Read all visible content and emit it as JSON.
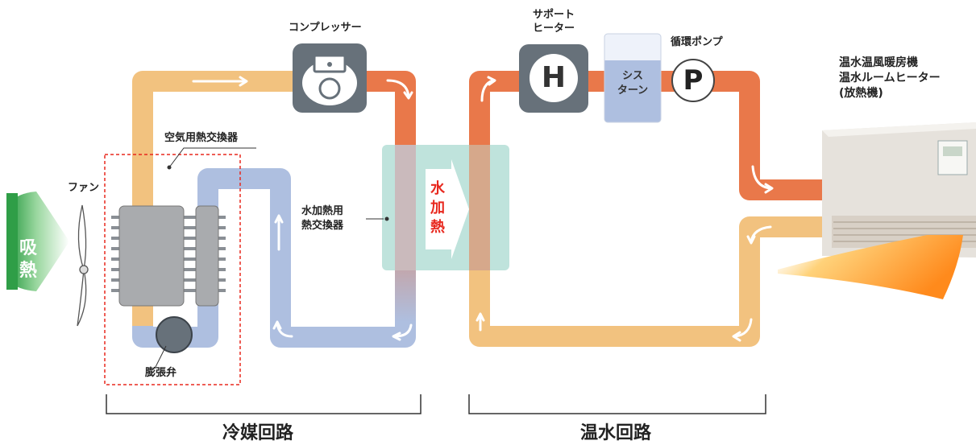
{
  "labels": {
    "compressor": "コンプレッサー",
    "support_heater_line1": "サポート",
    "support_heater_line2": "ヒーター",
    "heater_symbol": "H",
    "cistern_line1": "シス",
    "cistern_line2": "ターン",
    "pump": "循環ポンプ",
    "pump_symbol": "P",
    "radiator_line1": "温水温風暖房機",
    "radiator_line2": "温水ルームヒーター",
    "radiator_line3": "(放熱機)",
    "air_heat_exchanger": "空気用熱交換器",
    "fan": "ファン",
    "heat_absorb_1": "吸",
    "heat_absorb_2": "熱",
    "water_hx_line1": "水加熱用",
    "water_hx_line2": "熱交換器",
    "water_heating_1": "水",
    "water_heating_2": "加",
    "water_heating_3": "熱",
    "expansion_valve": "膨張弁",
    "refrigerant_circuit": "冷媒回路",
    "hot_water_circuit": "温水回路"
  },
  "colors": {
    "hot_pipe": "#e9784a",
    "warm_pipe": "#f2c27f",
    "cold_pipe": "#aebfe0",
    "component_gray": "#67717a",
    "exchanger_teal": "#bfe3dc",
    "absorb_green": "#3fae54",
    "heat_red": "#e8281e"
  }
}
